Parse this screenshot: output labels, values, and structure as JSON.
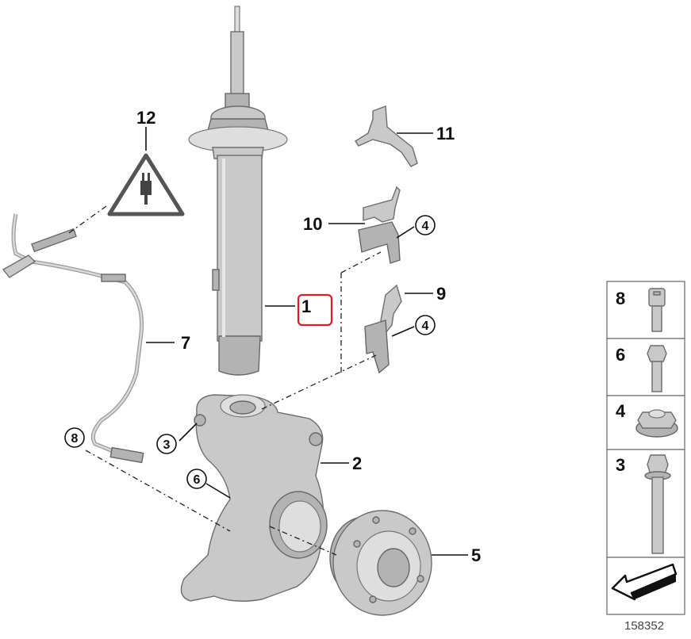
{
  "callouts": {
    "c1": "1",
    "c2": "2",
    "c3": "3",
    "c4a": "4",
    "c4b": "4",
    "c5": "5",
    "c6": "6",
    "c7": "7",
    "c8": "8",
    "c9": "9",
    "c10": "10",
    "c11": "11",
    "c12": "12"
  },
  "fastener_table": {
    "rows": [
      "8",
      "6",
      "4",
      "3"
    ]
  },
  "diagram_number": "158352",
  "colors": {
    "highlight": "#e01b24",
    "part_fill": "#c9c9c9",
    "line": "#111111"
  }
}
